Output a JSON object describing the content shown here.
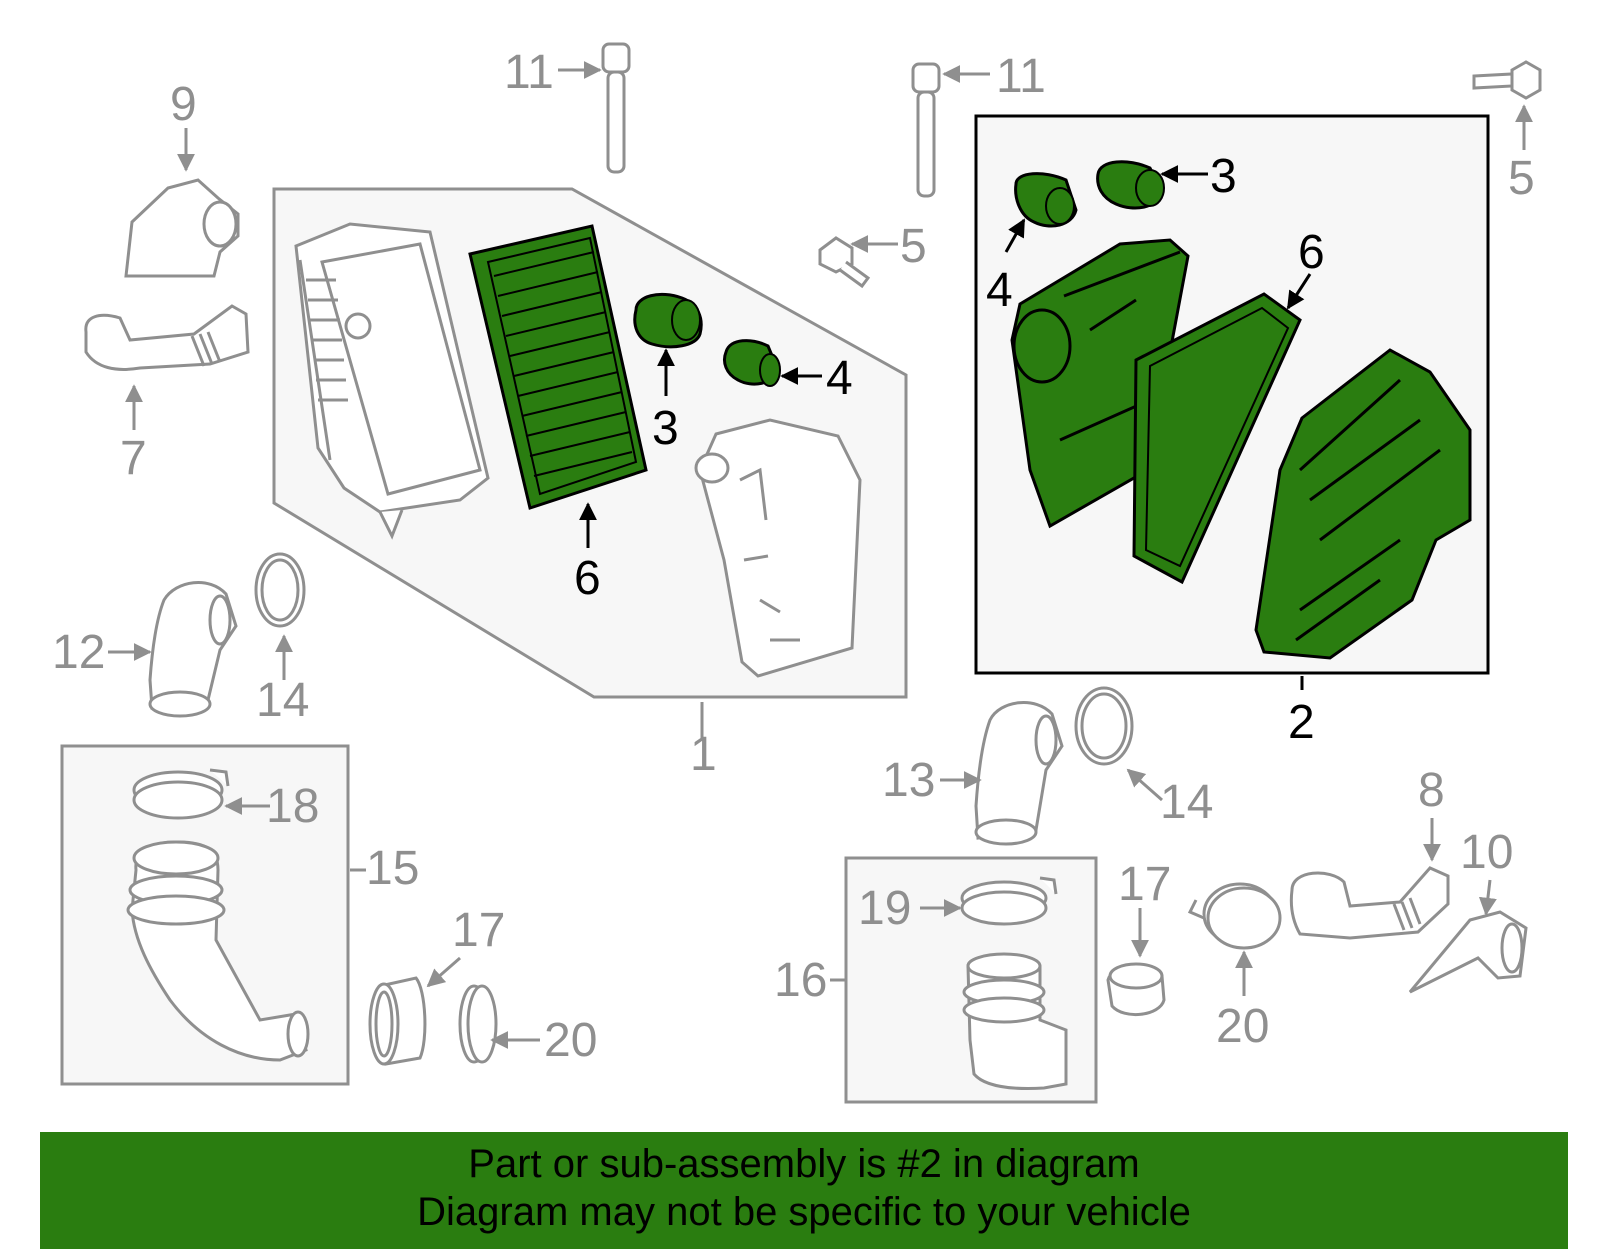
{
  "callouts": {
    "c1": "1",
    "c2": "2",
    "c3a": "3",
    "c3b": "3",
    "c4a": "4",
    "c4b": "4",
    "c5a": "5",
    "c5b": "5",
    "c6a": "6",
    "c6b": "6",
    "c7": "7",
    "c8": "8",
    "c9": "9",
    "c10": "10",
    "c11a": "11",
    "c11b": "11",
    "c12": "12",
    "c13": "13",
    "c14a": "14",
    "c14b": "14",
    "c15": "15",
    "c16": "16",
    "c17a": "17",
    "c17b": "17",
    "c18": "18",
    "c19": "19",
    "c20a": "20",
    "c20b": "20"
  },
  "highlight_part": "2",
  "banner": {
    "line1": "Part or sub-assembly is #2 in diagram",
    "line2": "Diagram may not be specific to your vehicle"
  },
  "colors": {
    "highlight": "#2a7d10",
    "outline": "#8f8f8f",
    "panel_fill": "#f6f6f6"
  }
}
